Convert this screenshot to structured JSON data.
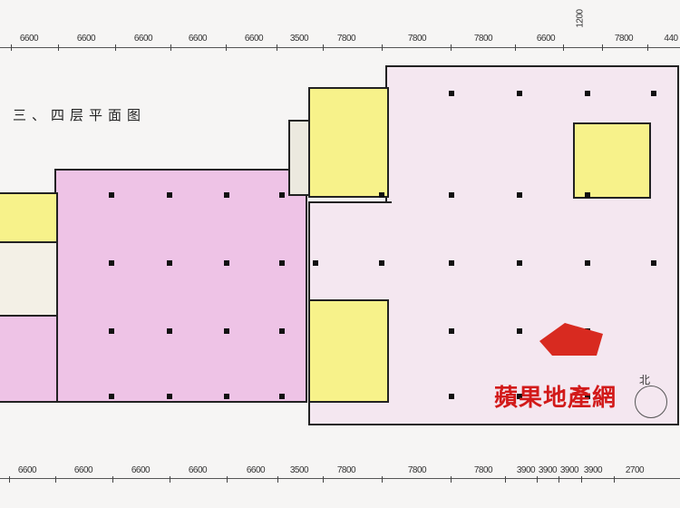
{
  "title": "三、四层平面图",
  "top_dimensions": [
    "6600",
    "6600",
    "6600",
    "6600",
    "6600",
    "3500",
    "7800",
    "7800",
    "7800",
    "6600",
    "1200",
    "7800",
    "440"
  ],
  "bottom_dimensions": [
    "6600",
    "6600",
    "6600",
    "6600",
    "6600",
    "3500",
    "7800",
    "7800",
    "7800",
    "3900",
    "3900",
    "3900",
    "3900",
    "2700"
  ],
  "north_label": "北",
  "watermark": "蘋果地產網",
  "colors": {
    "core": "#f7f28a",
    "zone_left": "#eec3e6",
    "zone_right": "#f4e7f0"
  }
}
